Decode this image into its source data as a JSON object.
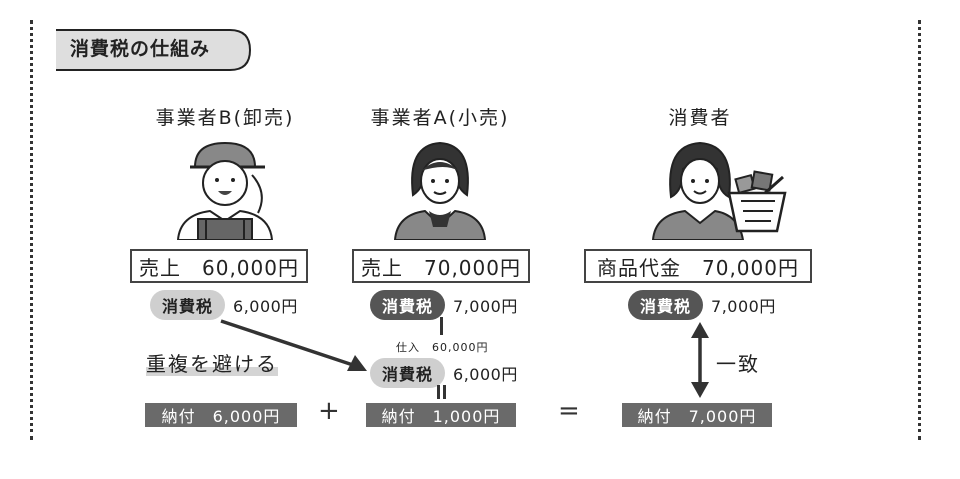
{
  "title": "消費税の仕組み",
  "roles": {
    "wholesaler": "事業者B(卸売)",
    "retailer": "事業者A(小売)",
    "consumer": "消費者"
  },
  "boxes": {
    "wholesaler": "売上　60,000円",
    "retailer": "売上　70,000円",
    "consumer": "商品代金　70,000円"
  },
  "tax_label": "消費税",
  "tax_amounts": {
    "wholesaler": "6,000円",
    "retailer": "7,000円",
    "consumer": "7,000円",
    "purchase": "6,000円"
  },
  "purchase_label": "仕入　60,000円",
  "avoid_duplication": "重複を避ける",
  "match_label": "一致",
  "payments": {
    "wholesaler": "納付　6,000円",
    "retailer": "納付　1,000円",
    "total": "納付　7,000円"
  },
  "operators": {
    "plus": "+",
    "equals": "="
  }
}
